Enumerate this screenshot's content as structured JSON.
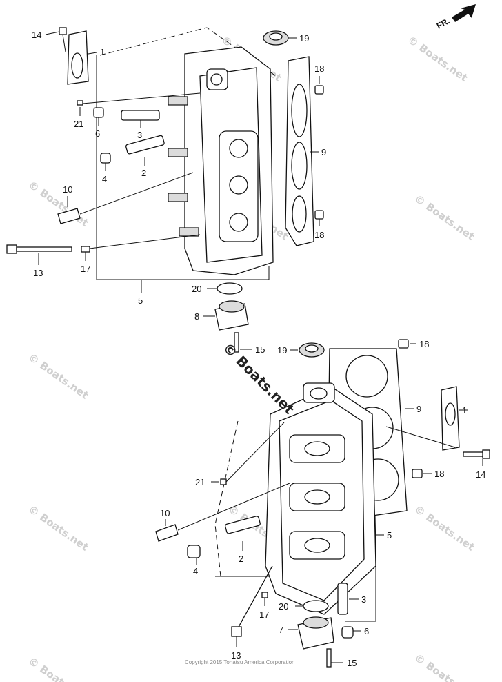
{
  "direction_label": "FR.",
  "watermark_text": "© Boats.net",
  "center_watermark_text": "© Boats.net",
  "copyright": "Copyright 2015 Tohatsu America Corporation",
  "callouts_top": [
    "14",
    "1",
    "19",
    "18",
    "21",
    "6",
    "3",
    "9",
    "2",
    "4",
    "10",
    "18",
    "13",
    "17",
    "5",
    "20",
    "8",
    "15"
  ],
  "callouts_bottom": [
    "19",
    "18",
    "9",
    "1",
    "14",
    "18",
    "21",
    "10",
    "5",
    "2",
    "4",
    "3",
    "20",
    "17",
    "7",
    "6",
    "13",
    "15"
  ]
}
